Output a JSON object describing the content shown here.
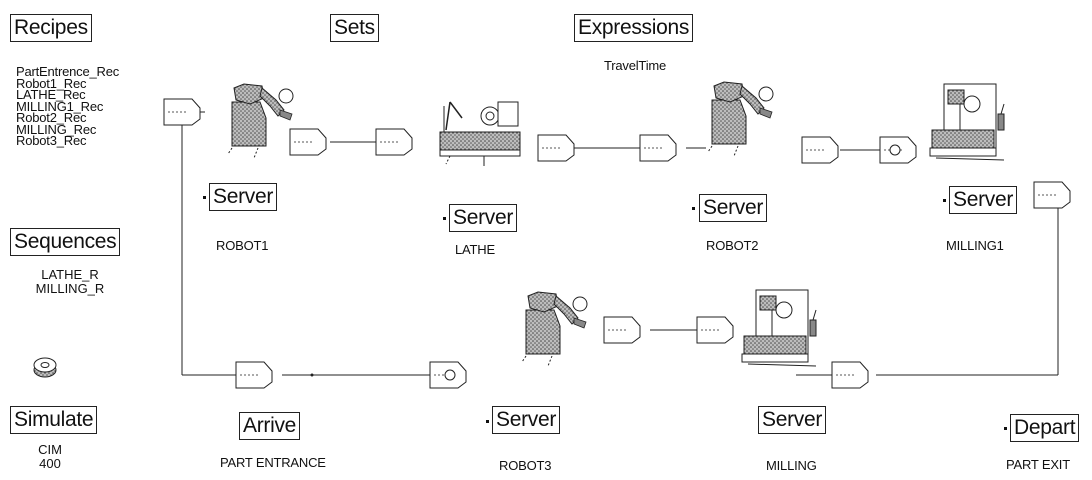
{
  "panels": {
    "recipes": {
      "title": "Recipes",
      "items": [
        "PartEntrence_Rec",
        "Robot1_Rec",
        "LATHE_Rec",
        "MILLING1_Rec",
        "Robot2_Rec",
        "MILLING_Rec",
        "Robot3_Rec"
      ]
    },
    "sets": {
      "title": "Sets"
    },
    "expressions": {
      "title": "Expressions",
      "items": [
        "TravelTime"
      ]
    },
    "sequences": {
      "title": "Sequences",
      "items": [
        "LATHE_R",
        "MILLING_R"
      ]
    },
    "simulate": {
      "title": "Simulate",
      "lines": [
        "CIM",
        "400"
      ]
    }
  },
  "modules": {
    "robot1": {
      "type": "Server",
      "name": "ROBOT1"
    },
    "lathe": {
      "type": "Server",
      "name": "LATHE"
    },
    "robot2": {
      "type": "Server",
      "name": "ROBOT2"
    },
    "milling1": {
      "type": "Server",
      "name": "MILLING1"
    },
    "arrive": {
      "type": "Arrive",
      "name": "PART ENTRANCE"
    },
    "robot3": {
      "type": "Server",
      "name": "ROBOT3"
    },
    "milling": {
      "type": "Server",
      "name": "MILLING"
    },
    "depart": {
      "type": "Depart",
      "name": "PART EXIT"
    }
  },
  "icons": [
    "robot-arm-icon",
    "lathe-machine-icon",
    "milling-machine-icon",
    "disk-icon",
    "route-station-icon"
  ]
}
